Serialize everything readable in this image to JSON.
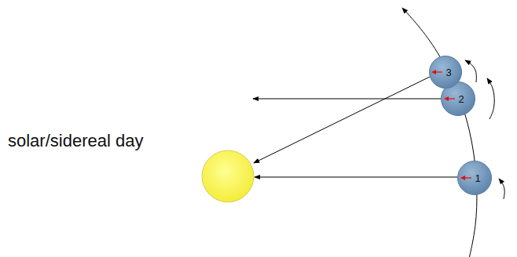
{
  "diagram": {
    "nodes": [
      {
        "text": [
          "1"
        ]
      },
      {
        "text": [
          "2"
        ]
      },
      {
        "text": [
          "3"
        ]
      }
    ],
    "labels": [
      "solar/sidereal day"
    ]
  }
}
